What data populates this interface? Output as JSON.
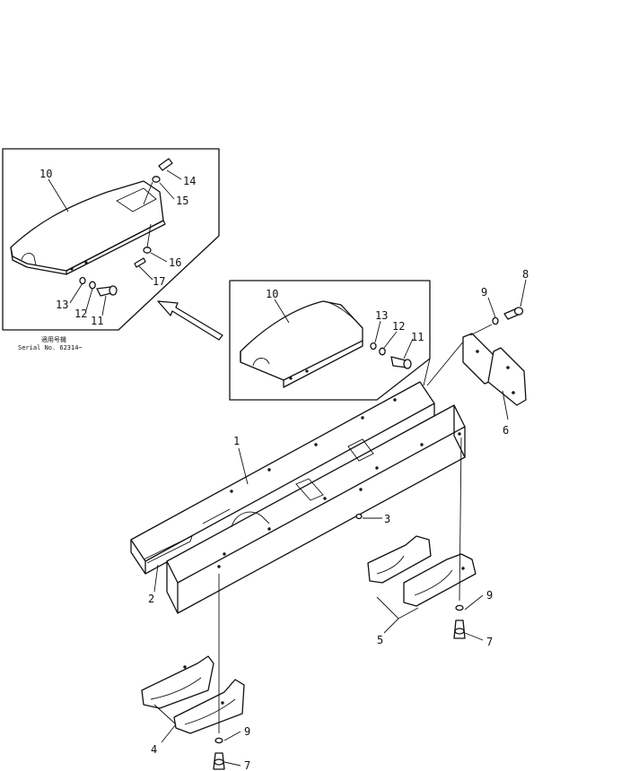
{
  "serial_note": {
    "line1": "適用号機",
    "line2": "Serial No. 62314~"
  },
  "callouts": [
    {
      "id": "c1",
      "text": "1"
    },
    {
      "id": "c2",
      "text": "2"
    },
    {
      "id": "c3",
      "text": "3"
    },
    {
      "id": "c4",
      "text": "4"
    },
    {
      "id": "c5",
      "text": "5"
    },
    {
      "id": "c6",
      "text": "6"
    },
    {
      "id": "c7a",
      "text": "7"
    },
    {
      "id": "c7b",
      "text": "7"
    },
    {
      "id": "c8",
      "text": "8"
    },
    {
      "id": "c9a",
      "text": "9"
    },
    {
      "id": "c9b",
      "text": "9"
    },
    {
      "id": "c9c",
      "text": "9"
    },
    {
      "id": "c10a",
      "text": "10"
    },
    {
      "id": "c10b",
      "text": "10"
    },
    {
      "id": "c11a",
      "text": "11"
    },
    {
      "id": "c11b",
      "text": "11"
    },
    {
      "id": "c12a",
      "text": "12"
    },
    {
      "id": "c12b",
      "text": "12"
    },
    {
      "id": "c13a",
      "text": "13"
    },
    {
      "id": "c13b",
      "text": "13"
    },
    {
      "id": "c14",
      "text": "14"
    },
    {
      "id": "c15",
      "text": "15"
    },
    {
      "id": "c16",
      "text": "16"
    },
    {
      "id": "c17",
      "text": "17"
    }
  ]
}
